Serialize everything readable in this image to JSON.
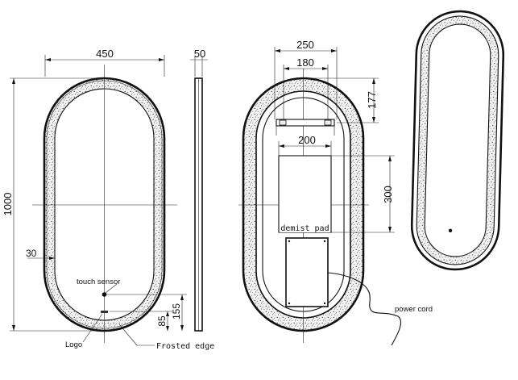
{
  "dimensions": {
    "width": "450",
    "depth": "50",
    "height": "1000",
    "border": "30",
    "bracket_outer": "250",
    "bracket_inner": "180",
    "bracket_height": "177",
    "pad_width": "200",
    "pad_height": "300",
    "sensor_height": "155",
    "logo_height": "85"
  },
  "labels": {
    "touch_sensor": "touch sensor",
    "logo": "Logo",
    "frosted_edge": "Frosted edge",
    "demist_pad": "demist pad",
    "power_cord": "power cord"
  }
}
